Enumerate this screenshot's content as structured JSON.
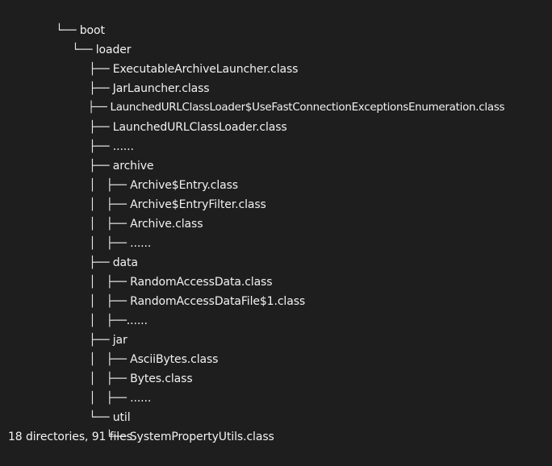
{
  "tree": [
    {
      "branch": "└── ",
      "name": "boot"
    },
    {
      "branch": "└── ",
      "name": "loader"
    },
    {
      "branch": "├── ",
      "name": "ExecutableArchiveLauncher.class"
    },
    {
      "branch": "├── ",
      "name": "JarLauncher.class"
    },
    {
      "branch": "├── ",
      "name": "LaunchedURLClassLoader$UseFastConnectionExceptionsEnumeration.class"
    },
    {
      "branch": "├── ",
      "name": "LaunchedURLClassLoader.class"
    },
    {
      "branch": "├── ",
      "name": "......"
    },
    {
      "branch": "├── ",
      "name": "archive"
    },
    {
      "branch": "│   ├── ",
      "name": "Archive$Entry.class"
    },
    {
      "branch": "│   ├── ",
      "name": "Archive$EntryFilter.class"
    },
    {
      "branch": "│   ├── ",
      "name": "Archive.class"
    },
    {
      "branch": "│   ├── ",
      "name": "......"
    },
    {
      "branch": "├── ",
      "name": "data"
    },
    {
      "branch": "│   ├── ",
      "name": "RandomAccessData.class"
    },
    {
      "branch": "│   ├── ",
      "name": "RandomAccessDataFile$1.class"
    },
    {
      "branch": "│   ├──",
      "name": "......"
    },
    {
      "branch": "├── ",
      "name": "jar"
    },
    {
      "branch": "│   ├── ",
      "name": "AsciiBytes.class"
    },
    {
      "branch": "│   ├── ",
      "name": "Bytes.class"
    },
    {
      "branch": "│   ├── ",
      "name": "......"
    },
    {
      "branch": "└── ",
      "name": "util"
    },
    {
      "branch": "└── ",
      "name": "SystemPropertyUtils.class"
    }
  ],
  "summary": "18 directories, 91 files"
}
